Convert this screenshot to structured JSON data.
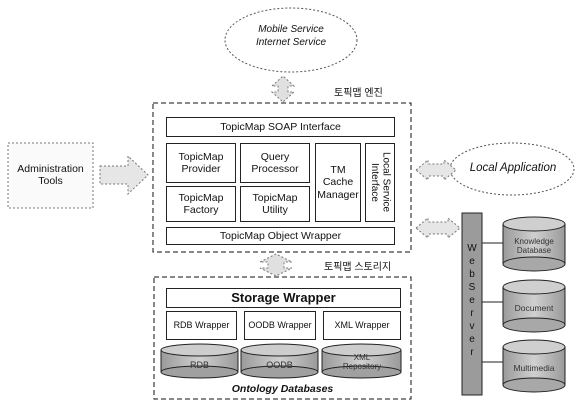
{
  "clouds": {
    "top": [
      "Mobile Service",
      "Internet Service"
    ],
    "right": "Local Application"
  },
  "engine": {
    "title": "토픽맵 엔진",
    "soap": "TopicMap SOAP Interface",
    "provider": "TopicMap Provider",
    "query": "Query Processor",
    "factory": "TopicMap Factory",
    "utility": "TopicMap Utility",
    "cache": "TM Cache Manager",
    "local_if": "Local Service Interface",
    "wrapper": "TopicMap Object Wrapper"
  },
  "admin": "Administration Tools",
  "storage": {
    "title": "토픽맵 스토리지",
    "wrapper": "Storage Wrapper",
    "rdb_w": "RDB Wrapper",
    "oodb_w": "OODB Wrapper",
    "xml_w": "XML Wrapper",
    "rdb": "RDB",
    "oodb": "OODB",
    "xml": "XML Repository",
    "footer": "Ontology Databases"
  },
  "webserver": [
    "W",
    "e",
    "b",
    "S",
    "e",
    "r",
    "v",
    "e",
    "r"
  ],
  "right_dbs": [
    "Knowledge Database",
    "Document",
    "Multimedia"
  ],
  "colors": {
    "db_fill": "#b9b9b9",
    "ws_fill": "#8f8f8f",
    "arrow_fill": "#dcdcdc"
  }
}
